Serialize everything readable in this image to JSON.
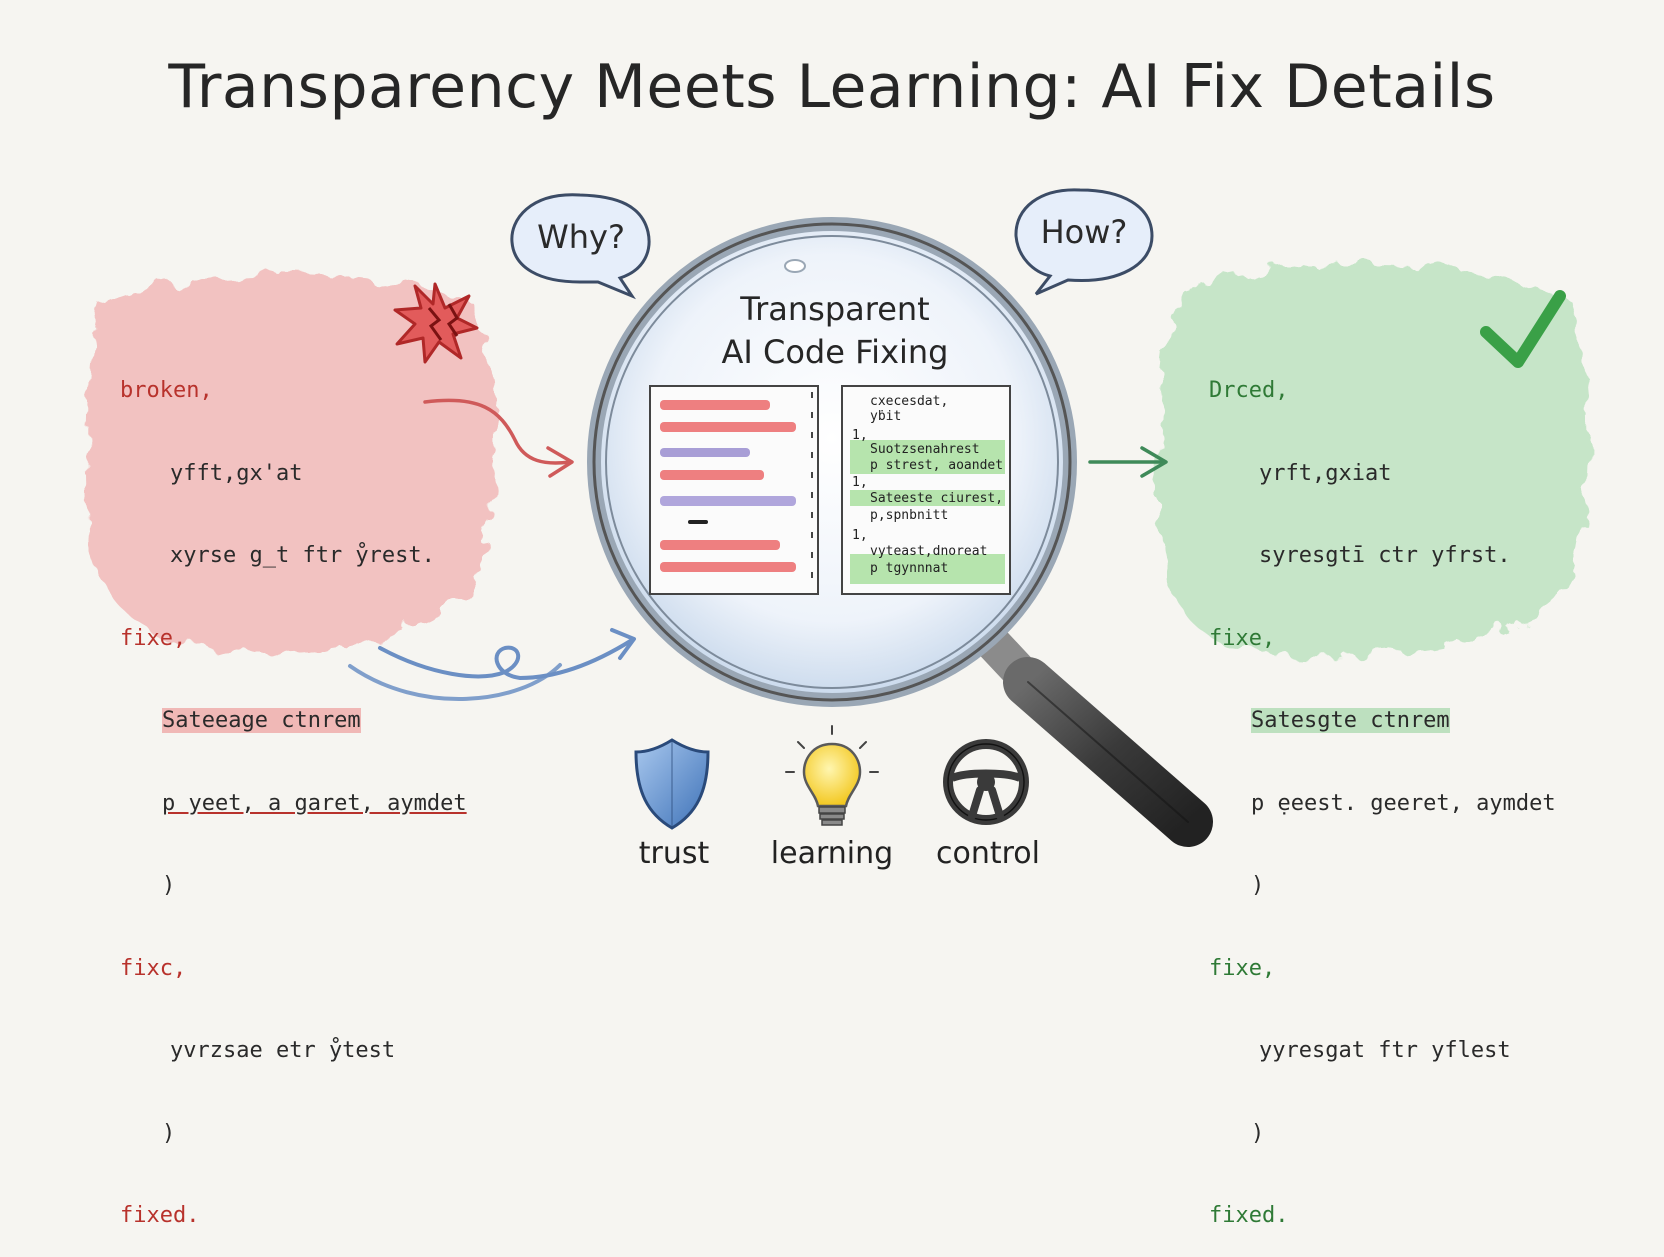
{
  "title": "Transparency Meets Learning: AI Fix Details",
  "bubbles": {
    "why": "Why?",
    "how": "How?"
  },
  "lens": {
    "title_line1": "Transparent",
    "title_line2": "AI Code Fixing"
  },
  "left_code": [
    "broken,",
    "yfft,gx'at",
    "xyrse g̲t ftr ẙrest.",
    "fixe,",
    "Sateeage ctnrem",
    "p yeet, a garet, aymdet",
    ")",
    "fixc,",
    "yvrzsae etr ẙtest",
    ")",
    "fixed."
  ],
  "right_code": [
    "Drced,",
    "yrft,gxiat",
    "syresgtī ctr yfrst.",
    "fixe,",
    "Satesgte ctnrem",
    "p ẹeest. geeret, aymdet",
    ")",
    "fixe,",
    "yyresgat ftr yflest",
    ")",
    "fixed."
  ],
  "lens_right_code": [
    "cxecesdat,",
    "yḃit",
    "1,",
    "Suotzsenahrest",
    "p strest, aoandet",
    "1,",
    "Sateeste ciurest,",
    "p,spnbnitt",
    "1,",
    "vyteast,dnoreat",
    "p tgynnnat"
  ],
  "icons": [
    {
      "name": "shield-icon",
      "label": "trust"
    },
    {
      "name": "lightbulb-icon",
      "label": "learning"
    },
    {
      "name": "steering-wheel-icon",
      "label": "control"
    }
  ],
  "colors": {
    "red_wash": "#ef9a9a",
    "green_wash": "#9fd9a8",
    "red_text": "#b8322c",
    "green_text": "#2f7a36",
    "arrow_blue": "#6b8fc4",
    "lens_blue": "#dbe7f5"
  }
}
